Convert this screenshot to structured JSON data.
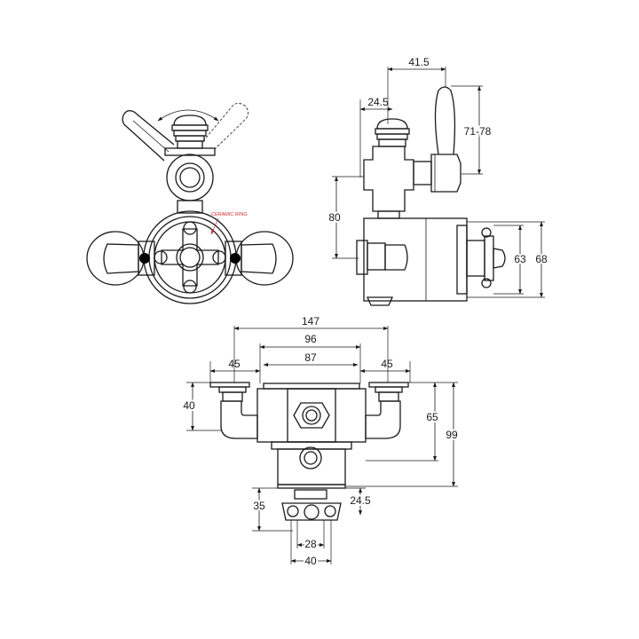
{
  "annotations": {
    "ceramic_ring": "CERAMIC RING",
    "color_annotation": "#d42a2a",
    "color_line": "#1a1a1a"
  },
  "dimensions": {
    "side": {
      "lever_offset": "41.5",
      "body_offset": "24.5",
      "lever_height": "71-78",
      "upper_height": "80",
      "plate_inner": "63",
      "plate_outer": "68"
    },
    "plan": {
      "overall": "147",
      "inlet_centres": "96",
      "body_width": "87",
      "left_inlet": "45",
      "right_inlet": "45",
      "inlet_height": "40",
      "body_depth": "65",
      "total_depth": "99",
      "outlet_depth": "35",
      "outlet_offset": "24.5",
      "outlet_inner": "28",
      "outlet_outer": "40"
    }
  }
}
